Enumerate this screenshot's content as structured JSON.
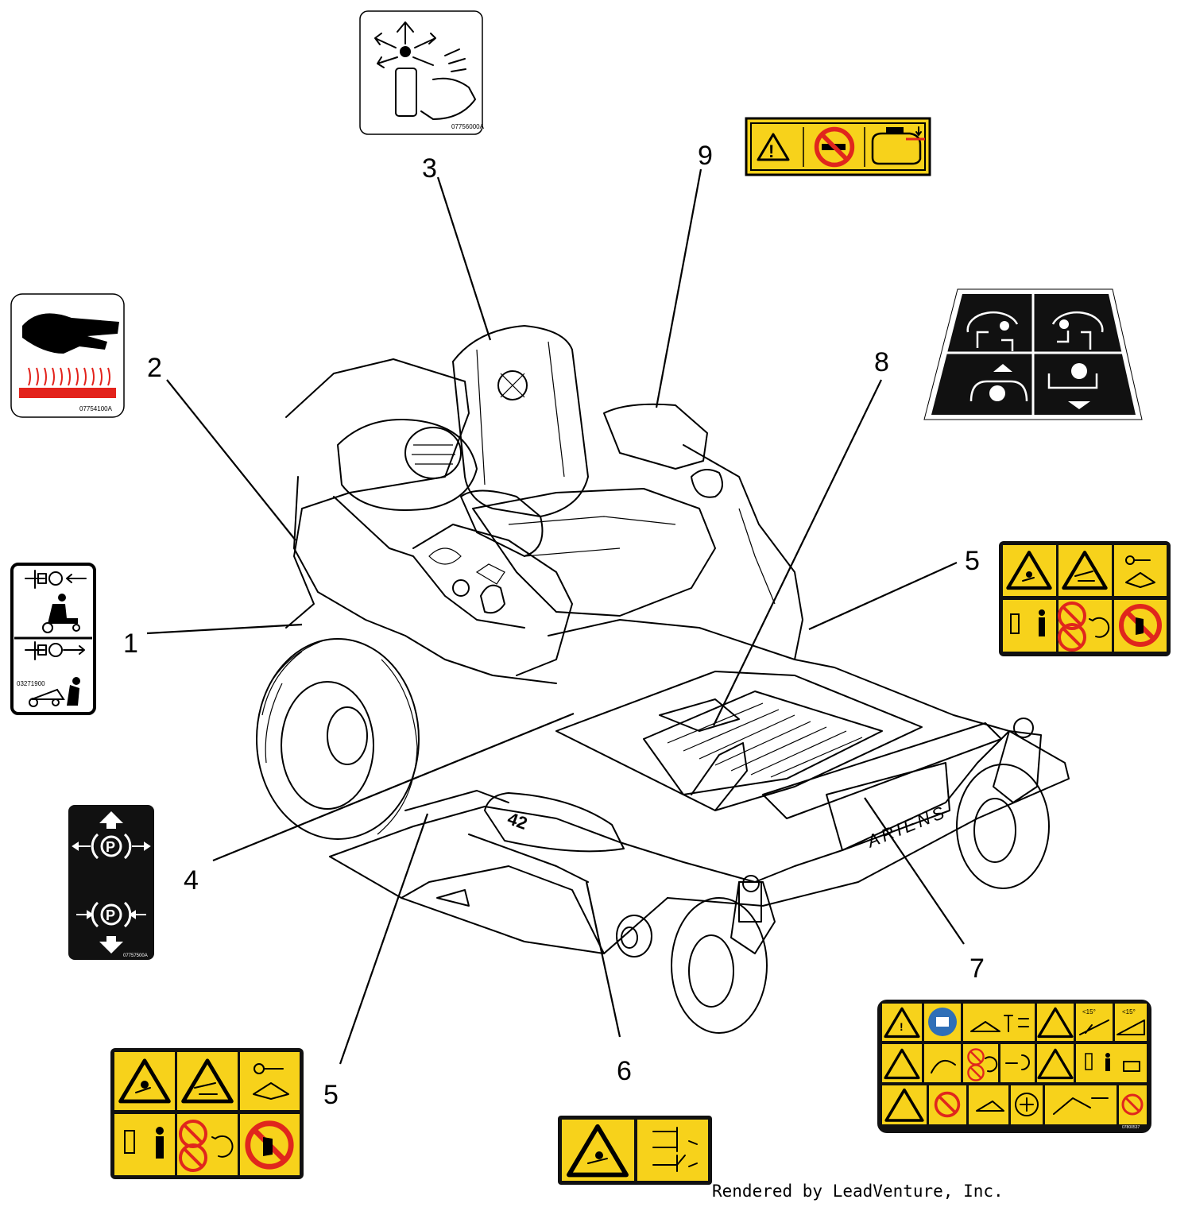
{
  "callouts": [
    {
      "id": "1",
      "label": "1"
    },
    {
      "id": "2",
      "label": "2"
    },
    {
      "id": "3",
      "label": "3"
    },
    {
      "id": "4",
      "label": "4"
    },
    {
      "id": "5a",
      "label": "5"
    },
    {
      "id": "5b",
      "label": "5"
    },
    {
      "id": "6",
      "label": "6"
    },
    {
      "id": "7",
      "label": "7"
    },
    {
      "id": "8",
      "label": "8"
    },
    {
      "id": "9",
      "label": "9"
    }
  ],
  "decals": {
    "part3": "07756000A",
    "part2": "07754100A",
    "part1": "03271900",
    "part4": "07757500A",
    "part7": "07800537"
  },
  "mower": {
    "deck_size": "42",
    "brand": "ARIENS"
  },
  "credit": "Rendered by LeadVenture, Inc.",
  "colors": {
    "decal_yellow": "#f7d21b",
    "decal_black": "#111111",
    "prohibit_red": "#e0261d",
    "hot_red": "#e3231c"
  }
}
